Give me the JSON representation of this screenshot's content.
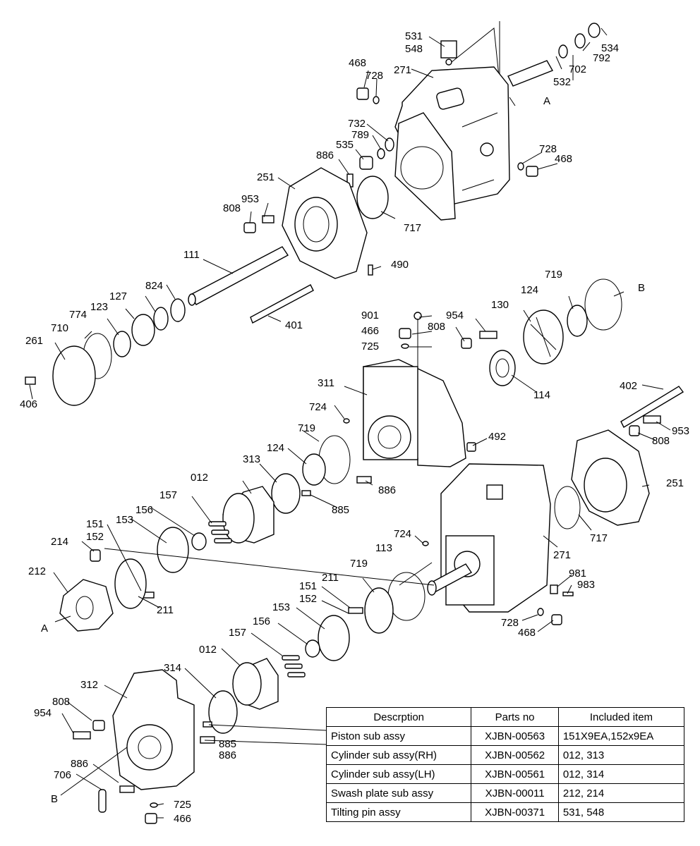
{
  "callouts": {
    "c531": "531",
    "c548": "548",
    "c534": "534",
    "c792": "792",
    "c702": "702",
    "c532": "532",
    "c271a": "271",
    "c468a": "468",
    "c728a": "728",
    "cA1": "A",
    "c732": "732",
    "c789": "789",
    "c535": "535",
    "c886a": "886",
    "c728b": "728",
    "c468b": "468",
    "c251a": "251",
    "c953a": "953",
    "c808a": "808",
    "c717a": "717",
    "c111": "111",
    "c490": "490",
    "c824": "824",
    "c127": "127",
    "c123": "123",
    "c774": "774",
    "c710": "710",
    "c261": "261",
    "c406": "406",
    "c401": "401",
    "c719a": "719",
    "cB1": "B",
    "c124a": "124",
    "c130": "130",
    "c901": "901",
    "c954a": "954",
    "c466a": "466",
    "c808b": "808",
    "c725a": "725",
    "c311": "311",
    "c114": "114",
    "c402": "402",
    "c724a": "724",
    "c953b": "953",
    "c808c": "808",
    "c719b": "719",
    "c492": "492",
    "c124b": "124",
    "c313": "313",
    "c012a": "012",
    "c886b": "886",
    "c885a": "885",
    "c251b": "251",
    "c157a": "157",
    "c156a": "156",
    "c151a": "151",
    "c152a": "152",
    "c153a": "153",
    "c214": "214",
    "c212": "212",
    "c211a": "211",
    "cA2": "A",
    "c724b": "724",
    "c113": "113",
    "c717b": "717",
    "c271b": "271",
    "c719c": "719",
    "c211b": "211",
    "c151b": "151",
    "c152b": "152",
    "c981": "981",
    "c983": "983",
    "c153b": "153",
    "c156b": "156",
    "c728c": "728",
    "c468c": "468",
    "c157b": "157",
    "c012b": "012",
    "c314": "314",
    "c312": "312",
    "c808d": "808",
    "c954b": "954",
    "c885b": "885",
    "c886c": "886",
    "c886d": "886",
    "c706": "706",
    "cB2": "B",
    "c725b": "725",
    "c466b": "466"
  },
  "table": {
    "headers": [
      "Descrption",
      "Parts no",
      "Included item"
    ],
    "rows": [
      [
        "Piston sub assy",
        "XJBN-00563",
        "151X9EA,152x9EA"
      ],
      [
        "Cylinder sub assy(RH)",
        "XJBN-00562",
        "012, 313"
      ],
      [
        "Cylinder sub assy(LH)",
        "XJBN-00561",
        "012, 314"
      ],
      [
        "Swash plate sub assy",
        "XJBN-00011",
        "212, 214"
      ],
      [
        "Tilting pin assy",
        "XJBN-00371",
        "531, 548"
      ]
    ]
  }
}
